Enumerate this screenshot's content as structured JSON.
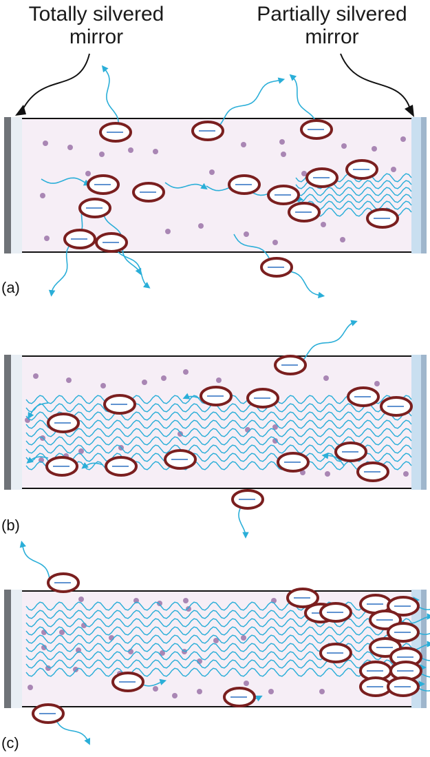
{
  "labels": {
    "left_mirror": [
      "Totally silvered",
      "mirror"
    ],
    "right_mirror": [
      "Partially silvered",
      "mirror"
    ],
    "panel_a": "(a)",
    "panel_b": "(b)",
    "panel_c": "(c)"
  },
  "colors": {
    "tube_fill": "#f6eef6",
    "wave": "#2aaed8",
    "atom_dot": "#a986b4",
    "atom_ring": "#7a1f1f",
    "mirror_dark": "#6f7378",
    "mirror_light": "#c9dff0"
  }
}
